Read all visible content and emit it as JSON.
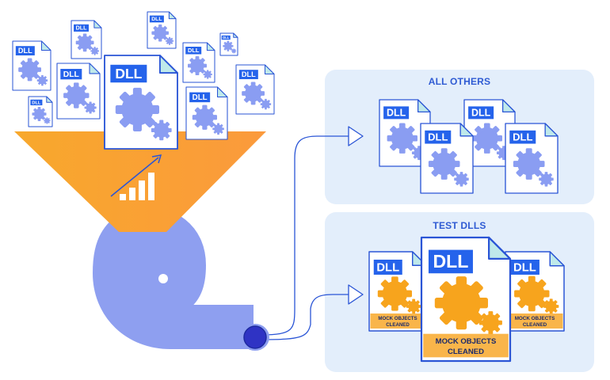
{
  "doc_label": "DLL",
  "panels": {
    "all_others": {
      "title": "ALL OTHERS"
    },
    "test_dlls": {
      "title": "TEST DLLS"
    }
  },
  "mock_label": {
    "line1": "MOCK OBJECTS",
    "line2": "CLEANED"
  },
  "colors": {
    "blue_doc_bar": "#2563eb",
    "gear_blue": "#8a9df2",
    "gear_orange": "#f7a41d",
    "funnel": "#f8a834",
    "pipe": "#8e9ff0",
    "panel_bg": "#e3eefb",
    "label_strip": "#f9b54a",
    "arrow": "#2a55d6"
  },
  "icons": [
    "growth-chart-icon",
    "gear-icon",
    "document-icon",
    "arrow-right-icon"
  ]
}
